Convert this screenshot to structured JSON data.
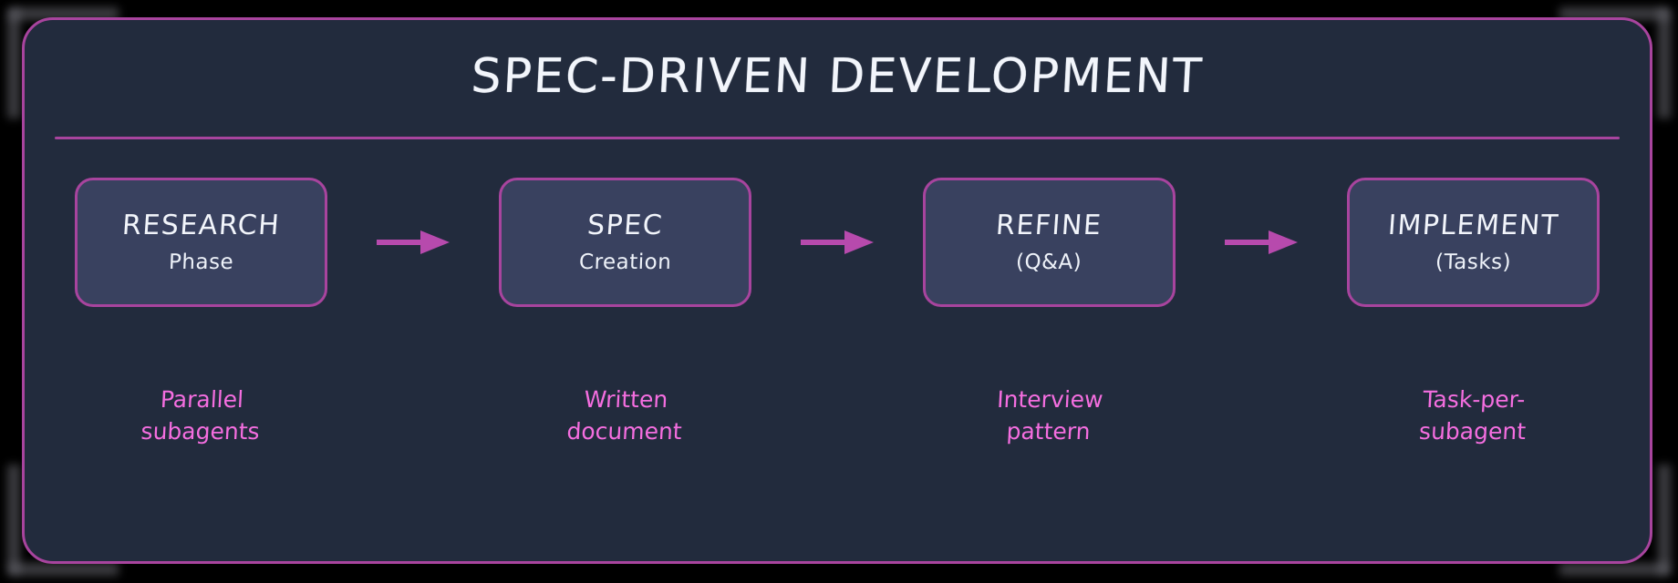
{
  "diagram": {
    "title": "SPEC-DRIVEN DEVELOPMENT",
    "colors": {
      "outer_background": "#000000",
      "card_background": "#222b3d",
      "accent_border": "#a8449e",
      "node_fill": "#39415f",
      "node_text": "#f2f5fb",
      "caption_text": "#f56ee0",
      "arrow": "#b74aad"
    },
    "steps": [
      {
        "title": "RESEARCH",
        "subtitle": "Phase",
        "caption_line1": "Parallel",
        "caption_line2": "subagents"
      },
      {
        "title": "SPEC",
        "subtitle": "Creation",
        "caption_line1": "Written",
        "caption_line2": "document"
      },
      {
        "title": "REFINE",
        "subtitle": "(Q&A)",
        "caption_line1": "Interview",
        "caption_line2": "pattern"
      },
      {
        "title": "IMPLEMENT",
        "subtitle": "(Tasks)",
        "caption_line1": "Task-per-",
        "caption_line2": "subagent"
      }
    ],
    "connectors": [
      {
        "icon": "arrow-right-icon",
        "from": "RESEARCH",
        "to": "SPEC"
      },
      {
        "icon": "arrow-right-icon",
        "from": "SPEC",
        "to": "REFINE"
      },
      {
        "icon": "arrow-right-icon",
        "from": "REFINE",
        "to": "IMPLEMENT"
      }
    ]
  }
}
